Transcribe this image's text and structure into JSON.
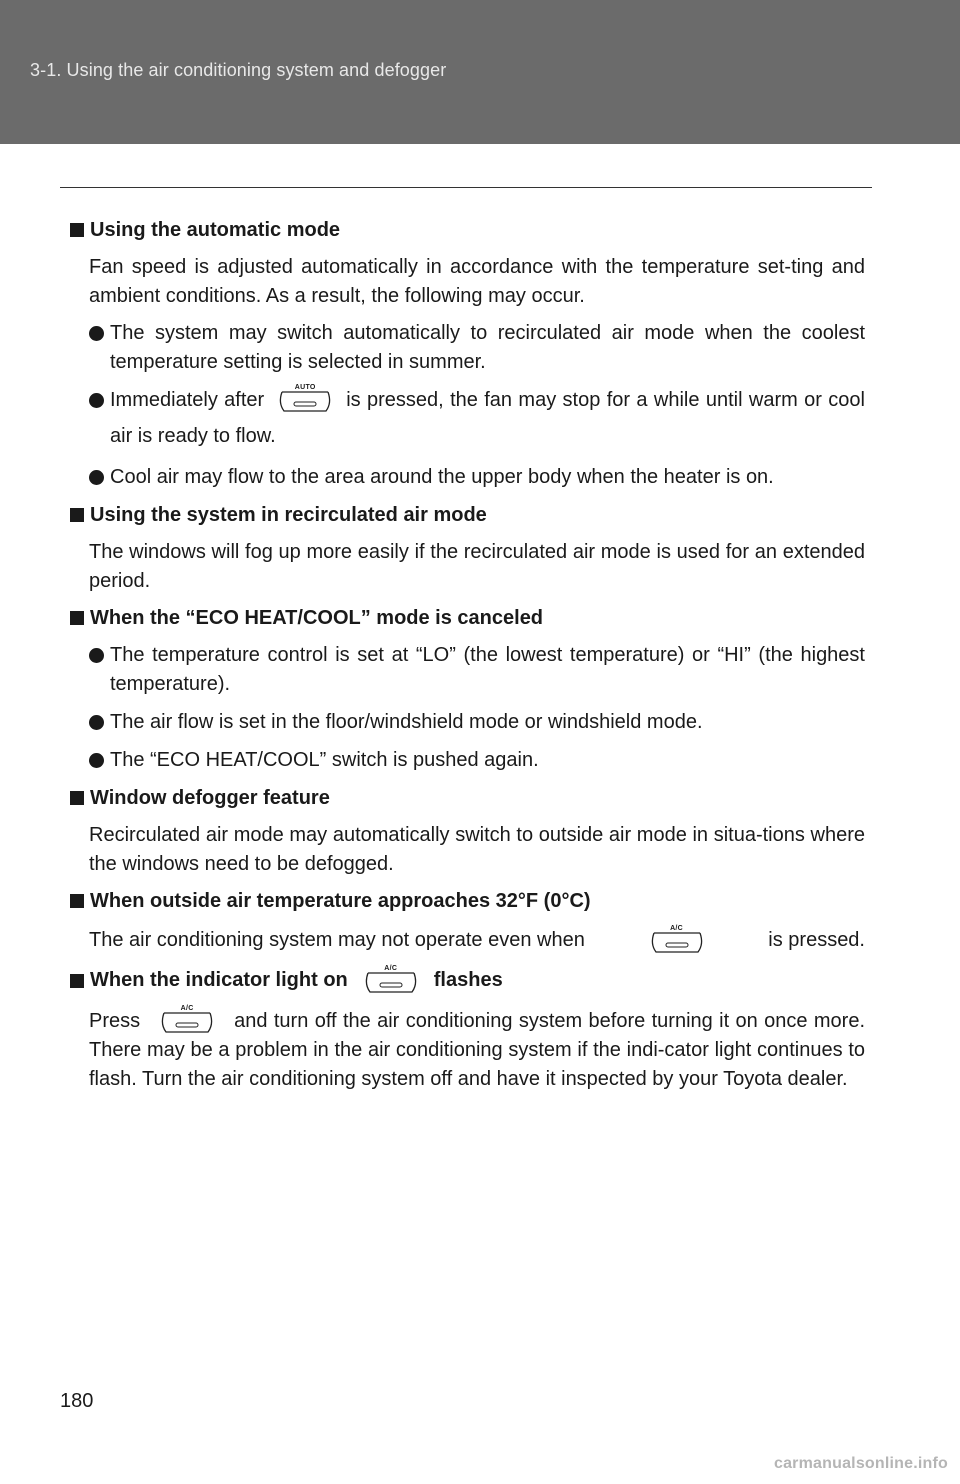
{
  "header": {
    "title": "3-1. Using the air conditioning system and defogger"
  },
  "page_number": "180",
  "watermark": "carmanualsonline.info",
  "buttons": {
    "auto": "AUTO",
    "ac": "A/C"
  },
  "s1": {
    "heading": "Using the automatic mode",
    "para": "Fan speed is adjusted automatically in accordance with the temperature set-ting and ambient conditions. As a result, the following may occur.",
    "b1": "The system may switch automatically to recirculated air mode when the coolest temperature setting is selected in summer.",
    "b2_pre": "Immediately after",
    "b2_post": "is pressed, the fan may stop for a while until warm or cool air is ready to flow.",
    "b3": "Cool air may flow to the area around the upper body when the heater is on."
  },
  "s2": {
    "heading": "Using the system in recirculated air mode",
    "para": "The windows will fog up more easily if the recirculated air mode is used for an extended period."
  },
  "s3": {
    "heading": "When the “ECO HEAT/COOL” mode is canceled",
    "b1": "The temperature control is set at “LO” (the lowest temperature) or “HI” (the highest temperature).",
    "b2": "The air flow is set in the floor/windshield mode or windshield mode.",
    "b3": "The “ECO HEAT/COOL” switch is pushed again."
  },
  "s4": {
    "heading": "Window defogger feature",
    "para": "Recirculated air mode may automatically switch to outside air mode in situa-tions where the windows need to be defogged."
  },
  "s5": {
    "heading": "When outside air temperature approaches 32°F (0°C)",
    "para_pre": "The air conditioning system may not operate even when",
    "para_post": "is pressed."
  },
  "s6": {
    "heading_pre": "When the indicator light on",
    "heading_post": "flashes",
    "para_pre": "Press",
    "para_post": "and turn off the air conditioning system before turning it on once more. There may be a problem in the air conditioning system if the indi-cator light continues to flash. Turn the air conditioning system off and have it inspected by your Toyota dealer."
  }
}
